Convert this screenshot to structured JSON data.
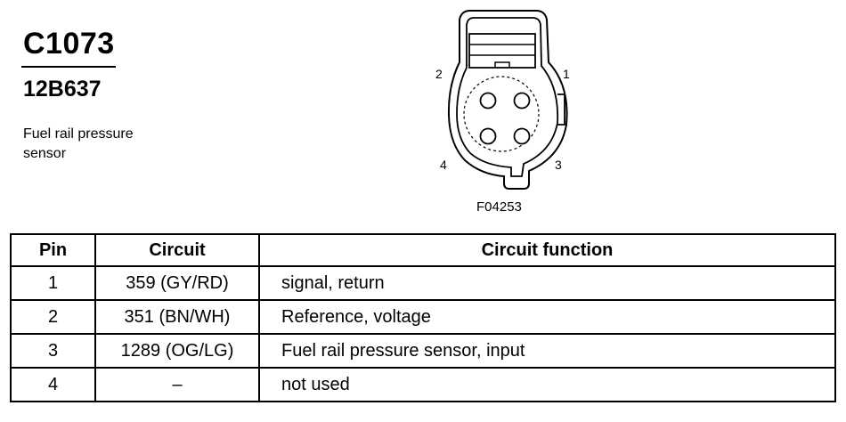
{
  "connector": {
    "id": "C1073",
    "part_number": "12B637",
    "description": "Fuel rail pressure sensor"
  },
  "diagram": {
    "figure_code": "F04253",
    "pin_labels": [
      "1",
      "2",
      "3",
      "4"
    ]
  },
  "table": {
    "headers": [
      "Pin",
      "Circuit",
      "Circuit function"
    ],
    "rows": [
      {
        "pin": "1",
        "circuit": "359 (GY/RD)",
        "function": "signal, return"
      },
      {
        "pin": "2",
        "circuit": "351 (BN/WH)",
        "function": "Reference, voltage"
      },
      {
        "pin": "3",
        "circuit": "1289 (OG/LG)",
        "function": "Fuel rail pressure sensor, input"
      },
      {
        "pin": "4",
        "circuit": "–",
        "function": "not used"
      }
    ]
  }
}
